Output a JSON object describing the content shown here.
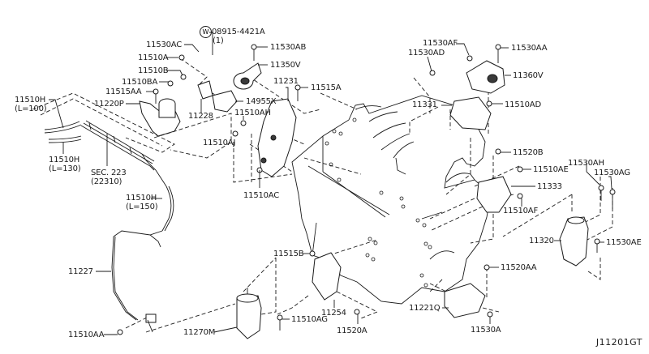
{
  "diagram": {
    "title": "Engine Mounting Parts Diagram",
    "drawing_code": "J11201GT",
    "washer_symbol": "W",
    "labels": {
      "p11530AC": "11530AC",
      "p08915": "08915-4421A",
      "p08915_qty": "(1)",
      "p11530AB": "11530AB",
      "p11510A": "11510A",
      "p11350V": "11350V",
      "p11510B": "11510B",
      "p11510BA": "11510BA",
      "p11231": "11231",
      "p11515AA": "11515AA",
      "p11515A": "11515A",
      "p11220P": "11220P",
      "p14955X": "14955X",
      "p11228": "11228",
      "p11510AH": "11510AH",
      "p11510H_100": "11510H",
      "p11510H_100_len": "(L=100)",
      "p11510H_130": "11510H",
      "p11510H_130_len": "(L=130)",
      "p11510AJ": "11510AJ",
      "sec223": "SEC. 223",
      "sec223_ref": "(22310)",
      "p11510AC": "11510AC",
      "p11510H_150": "11510H",
      "p11510H_150_len": "(L=150)",
      "p11530AF": "11530AF",
      "p11530AD": "11530AD",
      "p11530AA": "11530AA",
      "p11360V": "11360V",
      "p11331": "11331",
      "p11510AD": "11510AD",
      "p11520B": "11520B",
      "p11510AE": "11510AE",
      "p11333": "11333",
      "p11510AF": "11510AF",
      "p11530AH": "11530AH",
      "p11530AG": "11530AG",
      "p11320": "11320",
      "p11530AE": "11530AE",
      "p11227": "11227",
      "p11515B": "11515B",
      "p11520AA": "11520AA",
      "p11254": "11254",
      "p11221Q": "11221Q",
      "p11510AG": "11510AG",
      "p11270M": "11270M",
      "p11520A": "11520A",
      "p11530A": "11530A",
      "p11510AA": "11510AA"
    }
  }
}
